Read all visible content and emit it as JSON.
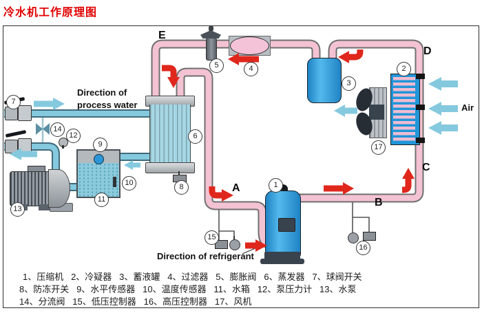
{
  "title": "冷水机工作原理图",
  "annotations": {
    "process_water_1": "Direction of",
    "process_water_2": "process water",
    "refrigerant": "Direction of refrigerant",
    "air": "Air"
  },
  "points": {
    "A": "A",
    "B": "B",
    "C": "C",
    "D": "D",
    "E": "E"
  },
  "callouts": {
    "n1": "1",
    "n2": "2",
    "n3": "3",
    "n4": "4",
    "n5": "5",
    "n6": "6",
    "n7": "7",
    "n8": "8",
    "n9": "9",
    "n10": "10",
    "n11": "11",
    "n12": "12",
    "n13": "13",
    "n14": "14",
    "n15": "15",
    "n16": "16",
    "n17": "17"
  },
  "legend": {
    "line1": "1、压缩机   2、冷疑器   3、蓄液罐   4、过滤器   5、膨胀阀   6、蒸发器   7、球阀开关",
    "line2": "8、防冻开关   9、水平传感器   10、温度传感器   11、水箱   12、泵压力计   13、水泵",
    "line3": "14、分流阀   15、低压控制器   16、高压控制器   17、风机"
  },
  "colors": {
    "title_red": "#e10000",
    "refrigerant_pipe_pink": "#f3c2d3",
    "water_pipe_teal": "#85c9de",
    "red_arrow": "#e0271c",
    "vessel_blue": "#2b96d6"
  }
}
